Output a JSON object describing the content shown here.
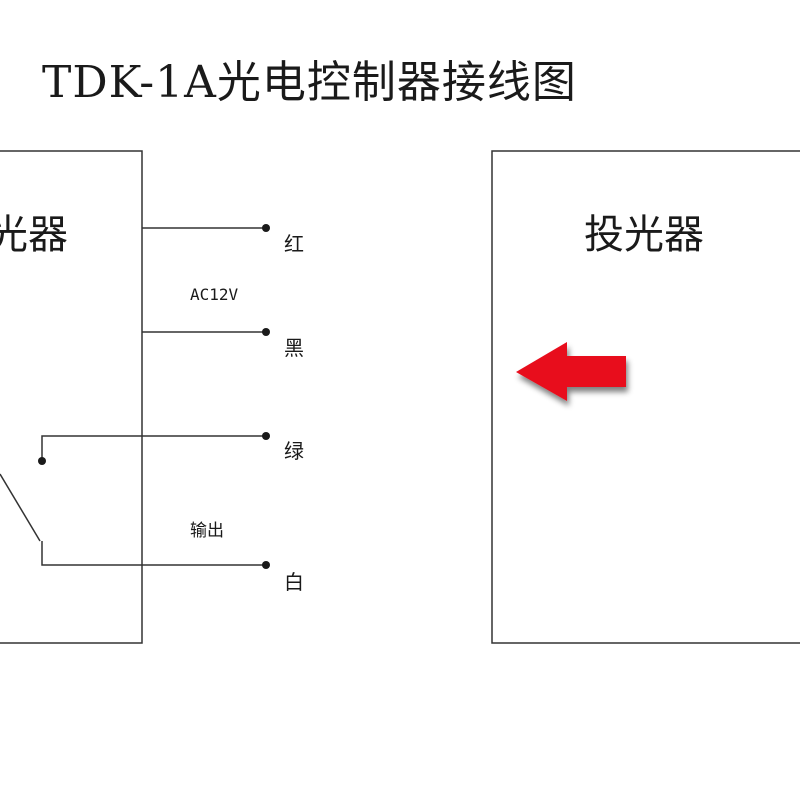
{
  "title": "TDK-1A光电控制器接线图",
  "receiver": {
    "label": "光器"
  },
  "emitter": {
    "label": "投光器"
  },
  "wires": [
    {
      "color_label": "红"
    },
    {
      "color_label": "黑"
    },
    {
      "color_label": "绿"
    },
    {
      "color_label": "白"
    }
  ],
  "annotations": {
    "power": "AC12V",
    "output": "输出"
  },
  "colors": {
    "line": "#1a1a1a",
    "arrow": "#e8101e"
  },
  "arrow_direction": "left"
}
